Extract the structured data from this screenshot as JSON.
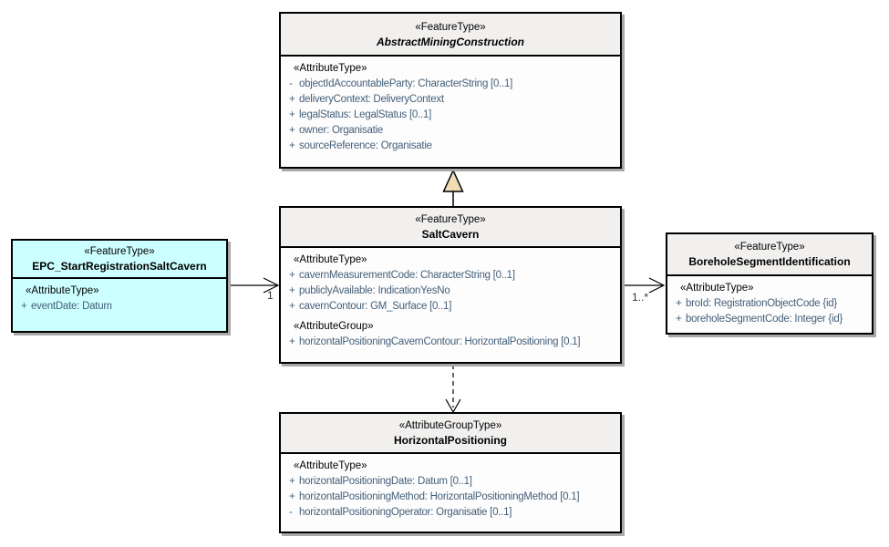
{
  "diagram": {
    "colors": {
      "background": "#FFFFFF",
      "box_fill": "#FDFDFD",
      "header_fill": "#F1F0EF",
      "highlight_fill": "#CCFFFF",
      "border": "#000000",
      "shadow": "#A9A9A9",
      "attribute_text": "#44607A",
      "generalization_triangle_fill": "#F1DDB5"
    },
    "boxes": {
      "amc": {
        "stereotype": "«FeatureType»",
        "name": "AbstractMiningConstruction",
        "attr_header": "«AttributeType»",
        "attrs": [
          {
            "vis": "-",
            "text": "objectIdAccountableParty: CharacterString [0..1]"
          },
          {
            "vis": "+",
            "text": "deliveryContext: DeliveryContext"
          },
          {
            "vis": "+",
            "text": "legalStatus: LegalStatus [0..1]"
          },
          {
            "vis": "+",
            "text": "owner: Organisatie"
          },
          {
            "vis": "+",
            "text": "sourceReference: Organisatie"
          }
        ]
      },
      "salt": {
        "stereotype": "«FeatureType»",
        "name": "SaltCavern",
        "attr_header": "«AttributeType»",
        "attrs": [
          {
            "vis": "+",
            "text": "cavernMeasurementCode: CharacterString [0..1]"
          },
          {
            "vis": "+",
            "text": "publiclyAvailable: IndicationYesNo"
          },
          {
            "vis": "+",
            "text": "cavernContour: GM_Surface [0..1]"
          }
        ],
        "group_header": "«AttributeGroup»",
        "group_attrs": [
          {
            "vis": "+",
            "text": "horizontalPositioningCavernContour: HorizontalPositioning [0.1]"
          }
        ]
      },
      "epc": {
        "stereotype": "«FeatureType»",
        "name": "EPC_StartRegistrationSaltCavern",
        "attr_header": "«AttributeType»",
        "attrs": [
          {
            "vis": "+",
            "text": "eventDate: Datum"
          }
        ]
      },
      "bsi": {
        "stereotype": "«FeatureType»",
        "name": "BoreholeSegmentIdentification",
        "attr_header": "«AttributeType»",
        "attrs": [
          {
            "vis": "+",
            "text": "broId: RegistrationObjectCode {id}"
          },
          {
            "vis": "+",
            "text": "boreholeSegmentCode: Integer {id}"
          }
        ]
      },
      "hp": {
        "stereotype": "«AttributeGroupType»",
        "name": "HorizontalPositioning",
        "attr_header": "«AttributeType»",
        "attrs": [
          {
            "vis": "+",
            "text": "horizontalPositioningDate: Datum [0..1]"
          },
          {
            "vis": "+",
            "text": "horizontalPositioningMethod: HorizontalPositioningMethod [0.1]"
          },
          {
            "vis": "-",
            "text": "horizontalPositioningOperator: Organisatie [0..1]"
          }
        ]
      }
    },
    "connectors": {
      "left_multiplicity": "1",
      "right_multiplicity": "1..*"
    }
  }
}
